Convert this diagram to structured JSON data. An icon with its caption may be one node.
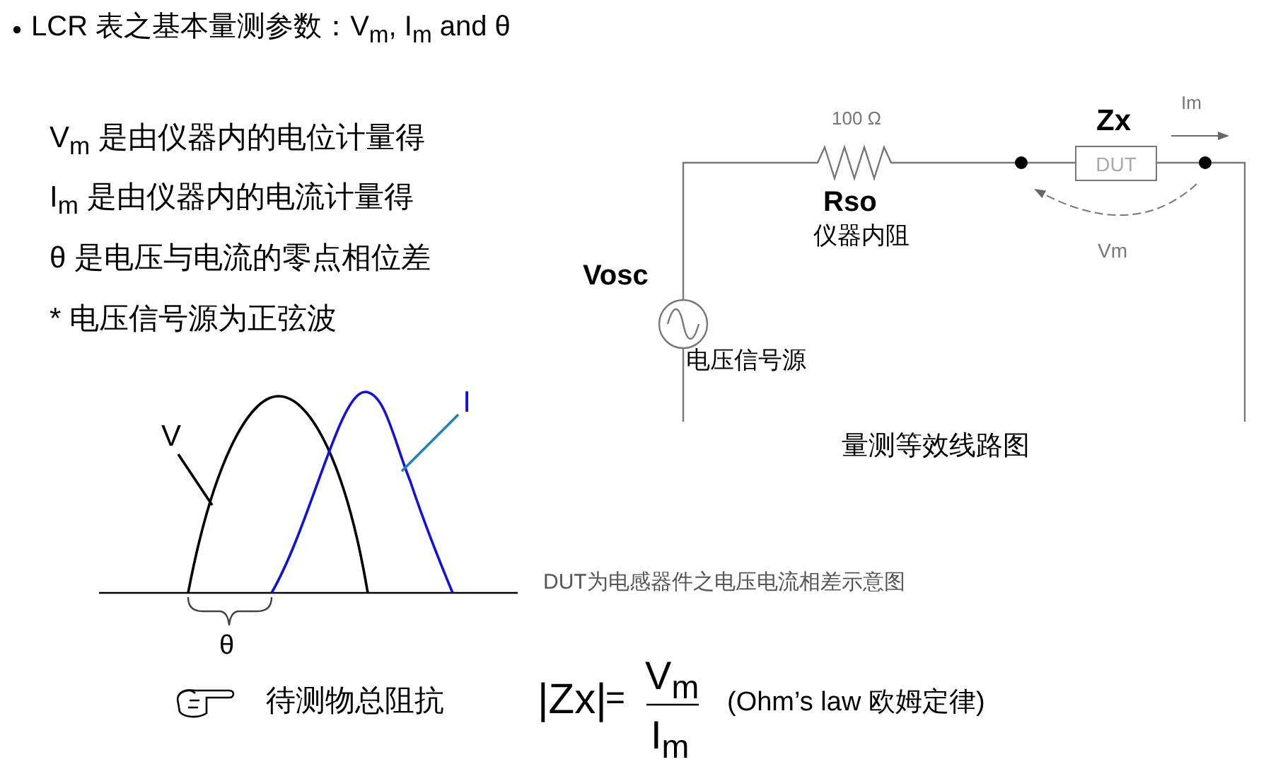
{
  "diagram": {
    "title": "LCR 表之基本量测参数：V$_{m}$, I$_{m}$ and θ",
    "nodes": [
      {
        "text": [
          "DUT"
        ],
        "beside": [
          "Zx"
        ]
      },
      {
        "text": [
          "V"
        ]
      },
      {
        "text": [
          "I"
        ]
      }
    ],
    "edges": [
      {
        "from": 1,
        "to": null,
        "arrow": "none"
      },
      {
        "from": 2,
        "to": null,
        "arrow": "none",
        "color": "#1f7fc4"
      }
    ],
    "labels": [
      "V$_{m}$ 是由仪器内的电位计量得",
      "I$_{m}$ 是由仪器内的电流计量得",
      "θ 是电压与电流的零点相位差",
      "* 电压信号源为正弦波",
      "100 Ω",
      "Im",
      "Rso",
      "仪器内阻",
      "Vosc",
      "Vm",
      "电压信号源",
      "量测等效线路图",
      "DUT为电感器件之电压电流相差示意图",
      "θ",
      "待测物总阻抗",
      "|Zx|",
      "=",
      "V$_{m}$",
      "I$_{m}$",
      "(Ohm’s law 欧姆定律)"
    ]
  }
}
